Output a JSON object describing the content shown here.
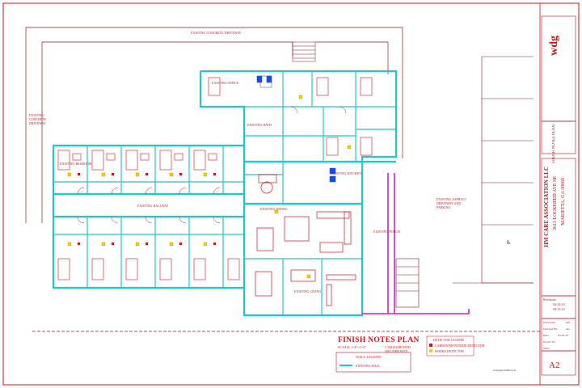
{
  "plan": {
    "title": "FINISH NOTES PLAN",
    "scale": "SCALE: 1/4\"=1'-0\"",
    "area_1": "7,344 SQ.HEATED",
    "area_2": "508 UNHEATED",
    "wall_legend": "WALL LEGEND",
    "wall_legend_item": "EXISTING WALL",
    "detector_legend": "DETECTOR LEGEND",
    "detector_1": "CARBON MONOXIDE DETECTOR",
    "detector_2": "SMOKE DETECTOR",
    "footer_note": "Copyright Drafts LLC"
  },
  "labels": {
    "concrete_top": "EXISTING CONCRETE DRIVEWAY",
    "concrete_left": "EXISTING CONCRETE DRIVEWAY",
    "asphalt": "EXISTING ASPHALT DRIVEWAY AND PARKING",
    "porch": "EXISTING PORCH",
    "hallway": "EXISTING HALLWAY",
    "office": "EXISTING OFFICE",
    "kitchen": "EXISTING KITCHEN",
    "dining": "EXISTING DINING",
    "living": "EXISTING LIVING",
    "bedroom": "EXISTING BEDROOM",
    "bath": "EXISTING BATH"
  },
  "title_block": {
    "firm_logo": "wdg",
    "sheet_name": "FINISH NOTES PLAN",
    "client": "HM CARE ASSOCIATION LLC",
    "address_1": "3611 LOCKHEED AVE SE",
    "address_2": "MARIETTA, GA 30060",
    "revision_label": "Revisions",
    "revision_1": "04-12-23",
    "revision_2": "04-13-23",
    "drawn_by_label": "Drawn By:",
    "drawn_by": "AN",
    "checked_by_label": "Checked By:",
    "checked_by": "AG",
    "date_label": "Date:",
    "date": "03-29-23",
    "project_label": "Project No.",
    "sheet_label": "Sheet",
    "sheet_number": "A2"
  },
  "colors": {
    "wall": "#1ec8c8",
    "annotation": "#d0121b",
    "site": "#8a1c1c",
    "ramp": "#d020c0",
    "fixture": "#1a4ed8",
    "paper": "#ffffff"
  }
}
